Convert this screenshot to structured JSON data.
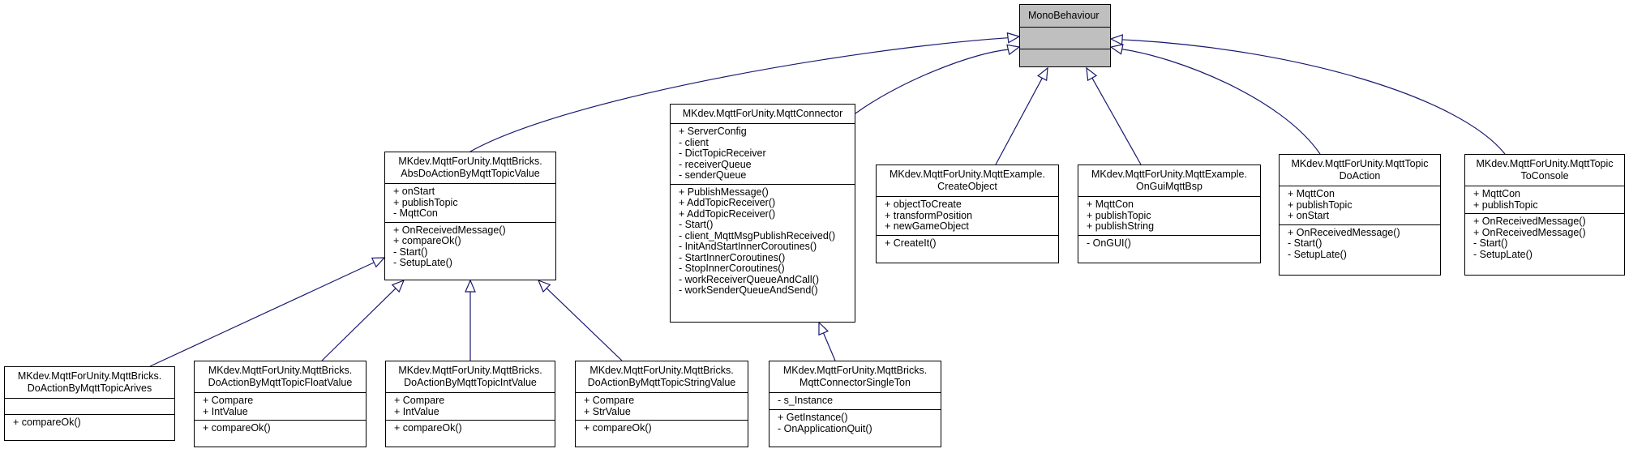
{
  "base_class": {
    "name": "MonoBehaviour"
  },
  "classes": [
    {
      "id": "abs",
      "title": [
        "MKdev.MqttForUnity.MqttBricks.",
        "AbsDoActionByMqttTopicValue"
      ],
      "attributes": [
        "+ onStart",
        "+ publishTopic",
        "- MqttCon"
      ],
      "methods": [
        "+ OnReceivedMessage()",
        "+ compareOk()",
        "- Start()",
        "- SetupLate()"
      ]
    },
    {
      "id": "connector",
      "title": [
        "MKdev.MqttForUnity.MqttConnector"
      ],
      "attributes": [
        "+ ServerConfig",
        "- client",
        "- DictTopicReceiver",
        "- receiverQueue",
        "- senderQueue"
      ],
      "methods": [
        "+ PublishMessage()",
        "+ AddTopicReceiver()",
        "+ AddTopicReceiver()",
        "- Start()",
        "- client_MqttMsgPublishReceived()",
        "- InitAndStartInnerCoroutines()",
        "- StartInnerCoroutines()",
        "- StopInnerCoroutines()",
        "- workReceiverQueueAndCall()",
        "- workSenderQueueAndSend()"
      ]
    },
    {
      "id": "createobject",
      "title": [
        "MKdev.MqttForUnity.MqttExample.",
        "CreateObject"
      ],
      "attributes": [
        "+ objectToCreate",
        "+ transformPosition",
        "+ newGameObject"
      ],
      "methods": [
        "+ CreateIt()"
      ]
    },
    {
      "id": "onguibsp",
      "title": [
        "MKdev.MqttForUnity.MqttExample.",
        "OnGuiMqttBsp"
      ],
      "attributes": [
        "+ MqttCon",
        "+ publishTopic",
        "+ publishString"
      ],
      "methods": [
        "- OnGUI()"
      ]
    },
    {
      "id": "topicdoaction",
      "title": [
        "MKdev.MqttForUnity.MqttTopic",
        "DoAction"
      ],
      "attributes": [
        "+ MqttCon",
        "+ publishTopic",
        "+ onStart"
      ],
      "methods": [
        "+ OnReceivedMessage()",
        "- Start()",
        "- SetupLate()"
      ]
    },
    {
      "id": "topicconsole",
      "title": [
        "MKdev.MqttForUnity.MqttTopic",
        "ToConsole"
      ],
      "attributes": [
        "+ MqttCon",
        "+ publishTopic"
      ],
      "methods": [
        "+ OnReceivedMessage()",
        "+ OnReceivedMessage()",
        "- Start()",
        "- SetupLate()"
      ]
    },
    {
      "id": "arives",
      "title": [
        "MKdev.MqttForUnity.MqttBricks.",
        "DoActionByMqttTopicArives"
      ],
      "attributes": [],
      "methods": [
        "+ compareOk()"
      ]
    },
    {
      "id": "floatvalue",
      "title": [
        "MKdev.MqttForUnity.MqttBricks.",
        "DoActionByMqttTopicFloatValue"
      ],
      "attributes": [
        "+ Compare",
        "+ IntValue"
      ],
      "methods": [
        "+ compareOk()"
      ]
    },
    {
      "id": "intvalue",
      "title": [
        "MKdev.MqttForUnity.MqttBricks.",
        "DoActionByMqttTopicIntValue"
      ],
      "attributes": [
        "+ Compare",
        "+ IntValue"
      ],
      "methods": [
        "+ compareOk()"
      ]
    },
    {
      "id": "stringvalue",
      "title": [
        "MKdev.MqttForUnity.MqttBricks.",
        "DoActionByMqttTopicStringValue"
      ],
      "attributes": [
        "+ Compare",
        "+ StrValue"
      ],
      "methods": [
        "+ compareOk()"
      ]
    },
    {
      "id": "singleton",
      "title": [
        "MKdev.MqttForUnity.MqttBricks.",
        "MqttConnectorSingleTon"
      ],
      "attributes": [
        "- s_Instance"
      ],
      "methods": [
        "+ GetInstance()",
        "- OnApplicationQuit()"
      ]
    }
  ],
  "colors": {
    "edge": "#191970",
    "base_fill": "#bfbfbf",
    "box_border": "#000000"
  }
}
